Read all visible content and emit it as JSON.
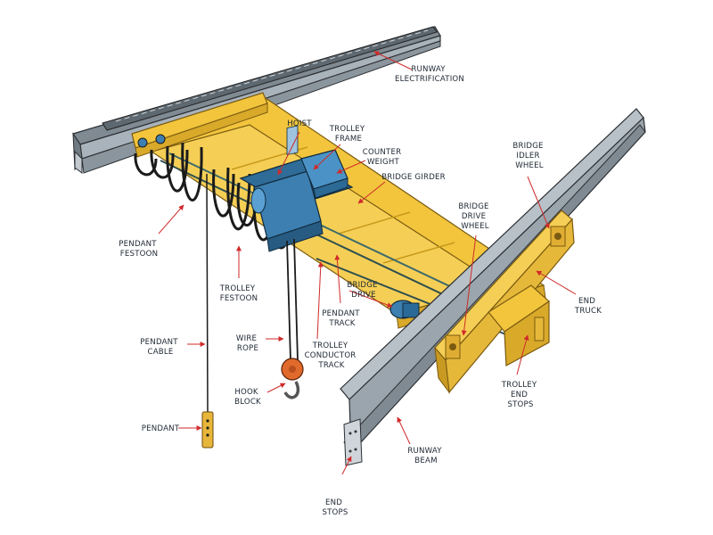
{
  "labels": {
    "runway_electrification": [
      "RUNWAY",
      "ELECTRIFICATION"
    ],
    "hoist": [
      "HOIST"
    ],
    "trolley_frame": [
      "TROLLEY",
      "FRAME"
    ],
    "counter_weight": [
      "COUNTER",
      "WEIGHT"
    ],
    "bridge_girder": [
      "BRIDGE GIRDER"
    ],
    "bridge_idler_wheel": [
      "BRIDGE",
      "IDLER",
      "WHEEL"
    ],
    "bridge_drive_wheel": [
      "BRIDGE",
      "DRIVE",
      "WHEEL"
    ],
    "pendant_festoon": [
      "PENDANT",
      "FESTOON"
    ],
    "trolley_festoon": [
      "TROLLEY",
      "FESTOON"
    ],
    "bridge_drive": [
      "BRIDGE",
      "DRIVE"
    ],
    "pendant_track": [
      "PENDANT",
      "TRACK"
    ],
    "end_truck": [
      "END",
      "TRUCK"
    ],
    "pendant_cable": [
      "PENDANT",
      "CABLE"
    ],
    "wire_rope": [
      "WIRE",
      "ROPE"
    ],
    "trolley_conductor_track": [
      "TROLLEY",
      "CONDUCTOR",
      "TRACK"
    ],
    "hook_block": [
      "HOOK",
      "BLOCK"
    ],
    "trolley_end_stops": [
      "TROLLEY",
      "END",
      "STOPS"
    ],
    "pendant": [
      "PENDANT"
    ],
    "runway_beam": [
      "RUNWAY",
      "BEAM"
    ],
    "end_stops": [
      "END",
      "STOPS"
    ]
  },
  "colors": {
    "girder_yellow": "#f2c53d",
    "girder_shadow": "#d9a92a",
    "steel_gray": "#a9b3bb",
    "steel_dark": "#6f7a83",
    "hoist_blue": "#3d7fb0",
    "hook_orange": "#e06a2c",
    "leader_red": "#d02a2a",
    "cable_black": "#1b1b1b"
  }
}
